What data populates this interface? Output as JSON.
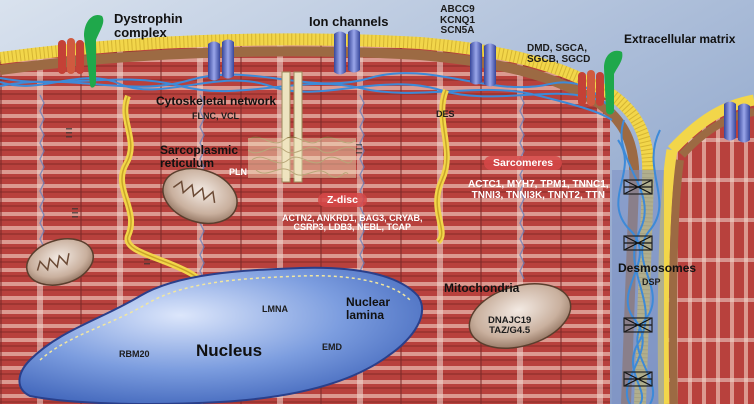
{
  "labels": {
    "dystrophin": [
      "Dystrophin",
      "complex"
    ],
    "ion_channels": "Ion channels",
    "channel_genes": [
      "ABCC9",
      "KCNQ1",
      "SCN5A"
    ],
    "dgc_genes": [
      "DMD, SGCA,",
      "SGCB, SGCD"
    ],
    "ecm": "Extracellular matrix",
    "cytoskeletal": "Cytoskeletal network",
    "cytoskeletal_genes": "FLNC, VCL",
    "des": "DES",
    "sr": [
      "Sarcoplasmic",
      "reticulum"
    ],
    "pln": "PLN",
    "sarcomeres": "Sarcomeres",
    "sarcomere_genes": [
      "ACTC1, MYH7, TPM1, TNNC1,",
      "TNNI3, TNNI3K, TNNT2, TTN"
    ],
    "zdisc": "Z-disc",
    "zdisc_genes": [
      "ACTN2, ANKRD1, BAG3, CRYAB,",
      "CSRP3, LDB3, NEBL, TCAP"
    ],
    "desmosomes": "Desmosomes",
    "dsp": "DSP",
    "mitochondria": "Mitochondria",
    "mito_genes": [
      "DNAJC19",
      "TAZ/G4.5"
    ],
    "lmna": "LMNA",
    "nuclear_lamina": [
      "Nuclear",
      "lamina"
    ],
    "rbm20": "RBM20",
    "nucleus": "Nucleus",
    "emd": "EMD"
  },
  "colors": {
    "background": "#a9bcd8",
    "myofibril_red": "#b8413d",
    "myofibril_light": "#ecc9c0",
    "membrane_yellow": "#f2d64a",
    "membrane_brown": "#9c6a43",
    "network_blue": "#3d8ad8",
    "nucleus_blue": "#4f77c9",
    "channel_purple": "#5a6bc2",
    "dystrophin_green": "#1fa84b",
    "mito_brown": "#8a6b52",
    "pill_red": "#d64848"
  }
}
